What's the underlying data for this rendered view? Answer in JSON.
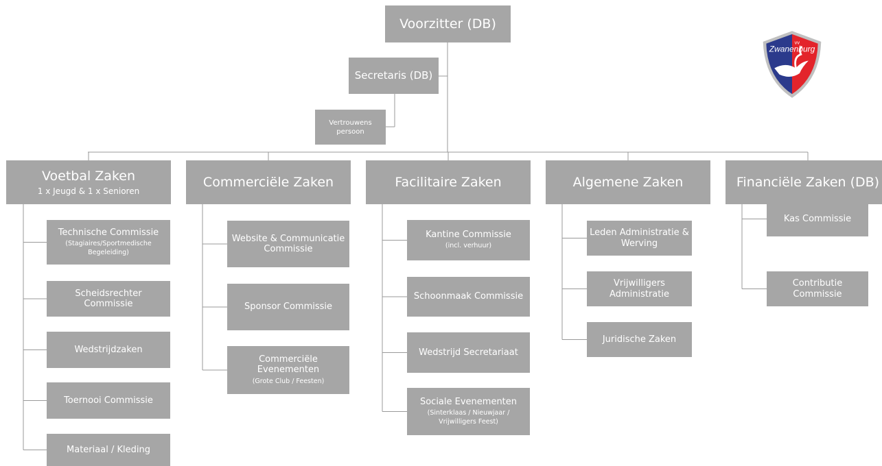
{
  "chart": {
    "top": {
      "voorzitter": "Voorzitter (DB)",
      "secretaris": "Secretaris (DB)",
      "vertrouwens": "Vertrouwens persoon"
    },
    "departments": [
      {
        "title": "Voetbal Zaken",
        "subtitle": "1 x Jeugd & 1 x Senioren",
        "items": [
          {
            "label": "Technische Commissie",
            "sub": "(Stagiaires/Sportmedische Begeleiding)"
          },
          {
            "label": "Scheidsrechter Commissie"
          },
          {
            "label": "Wedstrijdzaken"
          },
          {
            "label": "Toernooi Commissie"
          },
          {
            "label": "Materiaal / Kleding"
          }
        ]
      },
      {
        "title": "Commerciële Zaken",
        "items": [
          {
            "label": "Website & Communicatie Commissie"
          },
          {
            "label": "Sponsor Commissie"
          },
          {
            "label": "Commerciële Evenementen",
            "sub": "(Grote Club / Feesten)"
          }
        ]
      },
      {
        "title": "Facilitaire Zaken",
        "items": [
          {
            "label": "Kantine Commissie",
            "sub": "(incl. verhuur)"
          },
          {
            "label": "Schoonmaak Commissie"
          },
          {
            "label": "Wedstrijd Secretariaat"
          },
          {
            "label": "Sociale Evenementen",
            "sub": "(Sinterklaas / Nieuwjaar / Vrijwilligers Feest)"
          }
        ]
      },
      {
        "title": "Algemene Zaken",
        "items": [
          {
            "label": "Leden Administratie & Werving"
          },
          {
            "label": "Vrijwilligers Administratie"
          },
          {
            "label": "Juridische Zaken"
          }
        ]
      },
      {
        "title": "Financiële Zaken (DB)",
        "items": [
          {
            "label": "Kas Commissie"
          },
          {
            "label": "Contributie Commissie"
          }
        ]
      }
    ]
  },
  "logo": {
    "text": "Zwanenburg",
    "prefix": "vv",
    "colors": {
      "blue": "#2b3a8c",
      "red": "#e3242b",
      "frame": "#c0c0c0"
    }
  },
  "colors": {
    "box": "#a6a6a6",
    "line": "#999999",
    "text": "#ffffff"
  }
}
